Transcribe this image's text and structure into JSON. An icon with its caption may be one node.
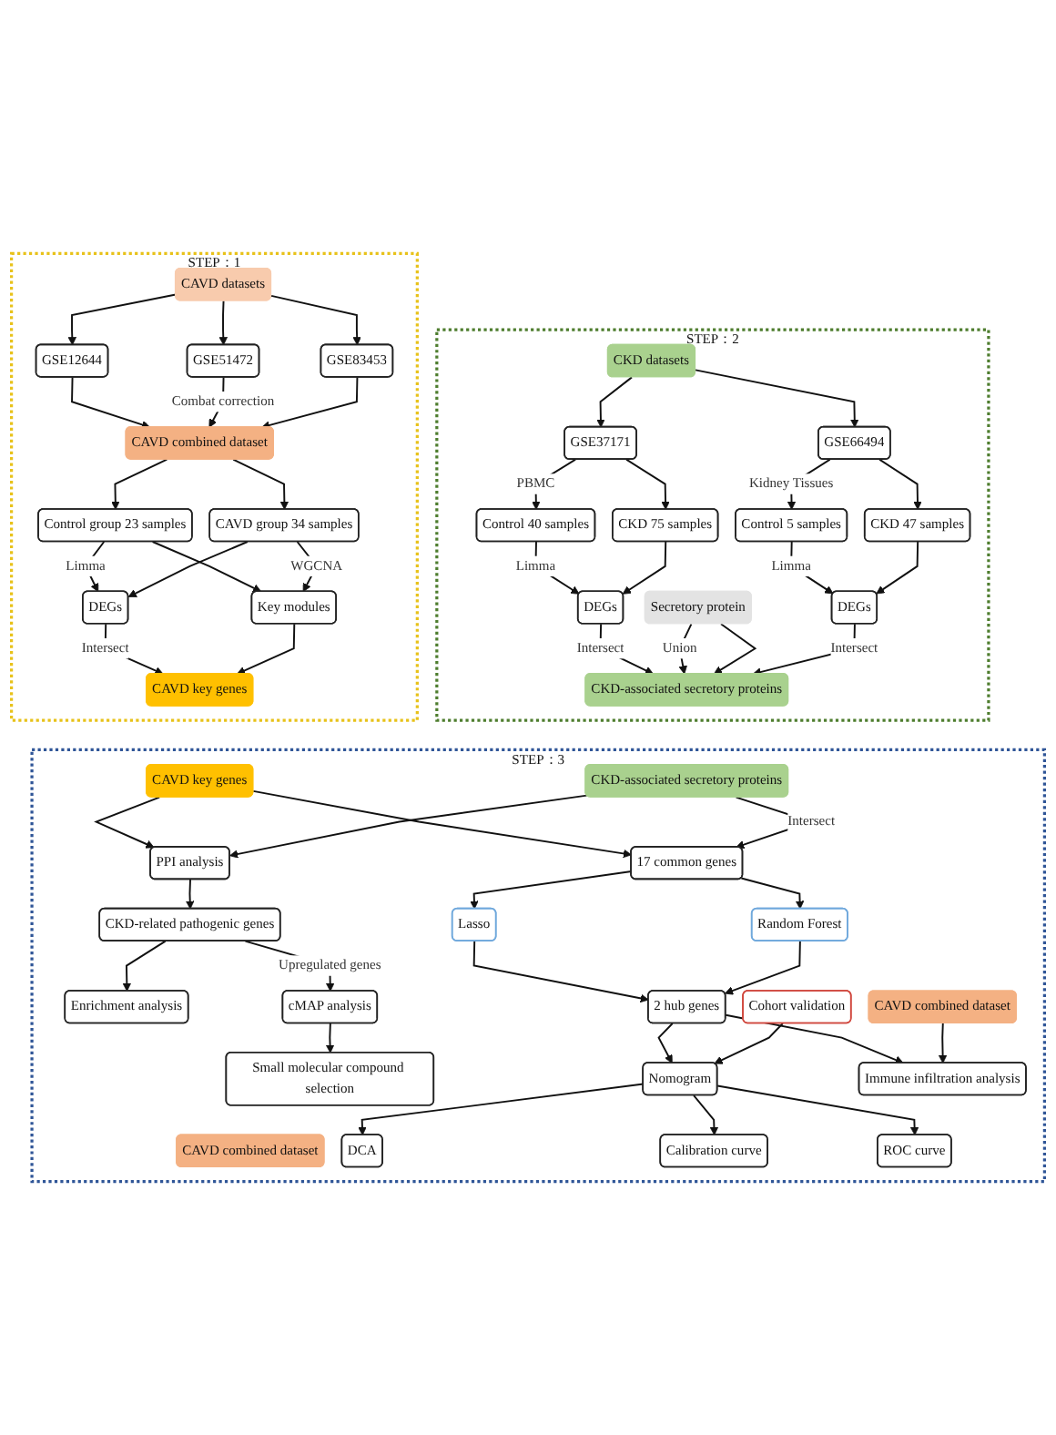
{
  "diagram": {
    "nodes": [
      {
        "text": [
          "STEP：1"
        ]
      },
      {
        "text": [
          "CAVD datasets"
        ],
        "in": 0
      },
      {
        "text": [
          "GSE12644"
        ],
        "in": 0
      },
      {
        "text": [
          "GSE51472"
        ],
        "in": 0
      },
      {
        "text": [
          "GSE83453"
        ],
        "in": 0
      },
      {
        "text": [
          "CAVD combined dataset"
        ],
        "in": 0
      },
      {
        "text": [
          "Control group 23 samples"
        ],
        "in": 0
      },
      {
        "text": [
          "CAVD group 34 samples"
        ],
        "in": 0
      },
      {
        "text": [
          "DEGs"
        ],
        "in": 0
      },
      {
        "text": [
          "Key modules"
        ],
        "in": 0
      },
      {
        "text": [
          "CAVD key genes"
        ],
        "in": 0
      },
      {
        "text": [
          "STEP：2"
        ]
      },
      {
        "text": [
          "CKD datasets"
        ],
        "in": 11
      },
      {
        "text": [
          "GSE37171"
        ],
        "in": 11
      },
      {
        "text": [
          "GSE66494"
        ],
        "in": 11
      },
      {
        "text": [
          "Control 40 samples"
        ],
        "in": 11
      },
      {
        "text": [
          "CKD 75 samples"
        ],
        "in": 11
      },
      {
        "text": [
          "Control 5 samples"
        ],
        "in": 11
      },
      {
        "text": [
          "CKD 47 samples"
        ],
        "in": 11
      },
      {
        "text": [
          "DEGs"
        ],
        "in": 11
      },
      {
        "text": [
          "Secretory protein"
        ],
        "in": 11
      },
      {
        "text": [
          "DEGs"
        ],
        "in": 11
      },
      {
        "text": [
          "CKD-associated secretory proteins"
        ],
        "in": 11
      },
      {
        "text": [
          "STEP：3"
        ]
      },
      {
        "text": [
          "CAVD key genes"
        ],
        "in": 23
      },
      {
        "text": [
          "CKD-associated secretory proteins"
        ],
        "in": 23
      },
      {
        "text": [
          "PPI analysis"
        ],
        "in": 23
      },
      {
        "text": [
          "17 common genes"
        ],
        "in": 23
      },
      {
        "text": [
          "CAVD combined dataset"
        ],
        "in": 23
      },
      {
        "text": [
          "CKD-related pathogenic genes"
        ],
        "in": 23
      },
      {
        "text": [
          "Lasso"
        ],
        "in": 23
      },
      {
        "text": [
          "Random Forest"
        ],
        "in": 23
      },
      {
        "text": [
          "Enrichment analysis"
        ],
        "in": 23
      },
      {
        "text": [
          "cMAP analysis"
        ],
        "in": 23
      },
      {
        "text": [
          "2 hub genes"
        ],
        "in": 23
      },
      {
        "text": [
          "Cohort validation"
        ],
        "in": 23
      },
      {
        "text": [
          "Small molecular compound selection"
        ],
        "in": 23
      },
      {
        "text": [
          "Nomogram"
        ],
        "in": 23
      },
      {
        "text": [
          "CAVD combined dataset"
        ],
        "in": 23
      },
      {
        "text": [
          "Immune infiltration analysis"
        ],
        "in": 23
      },
      {
        "text": [
          "DCA"
        ],
        "in": 23
      },
      {
        "text": [
          "Calibration curve"
        ],
        "in": 23
      },
      {
        "text": [
          "ROC curve"
        ],
        "in": 23
      }
    ],
    "edges": [
      {
        "from": 1,
        "to": 2,
        "arrow": "to"
      },
      {
        "from": 1,
        "to": 3,
        "arrow": "to"
      },
      {
        "from": 1,
        "to": 4,
        "arrow": "to"
      },
      {
        "from": 2,
        "to": 5,
        "arrow": "to"
      },
      {
        "from": 3,
        "to": 5,
        "arrow": "to",
        "label": "Combat correction"
      },
      {
        "from": 4,
        "to": 5,
        "arrow": "to"
      },
      {
        "from": 5,
        "to": 6,
        "arrow": "to"
      },
      {
        "from": 5,
        "to": 7,
        "arrow": "to"
      },
      {
        "from": 6,
        "to": 8,
        "arrow": "to",
        "label": "Limma"
      },
      {
        "from": 7,
        "to": 8,
        "arrow": "to"
      },
      {
        "from": 6,
        "to": 9,
        "arrow": "to"
      },
      {
        "from": 7,
        "to": 9,
        "arrow": "to",
        "label": "WGCNA"
      },
      {
        "from": 8,
        "to": 10,
        "arrow": "to",
        "label": "Intersect"
      },
      {
        "from": 9,
        "to": 10,
        "arrow": "to"
      },
      {
        "from": 12,
        "to": 13,
        "arrow": "to"
      },
      {
        "from": 12,
        "to": 14,
        "arrow": "to"
      },
      {
        "from": 13,
        "to": 15,
        "arrow": "to",
        "label": "PBMC"
      },
      {
        "from": 13,
        "to": 16,
        "arrow": "to"
      },
      {
        "from": 14,
        "to": 17,
        "arrow": "to",
        "label": "Kidney Tissues"
      },
      {
        "from": 14,
        "to": 18,
        "arrow": "to"
      },
      {
        "from": 15,
        "to": 19,
        "arrow": "to",
        "label": "Limma"
      },
      {
        "from": 16,
        "to": 19,
        "arrow": "to"
      },
      {
        "from": 17,
        "to": 21,
        "arrow": "to",
        "label": "Limma"
      },
      {
        "from": 18,
        "to": 21,
        "arrow": "to"
      },
      {
        "from": 19,
        "to": 22,
        "arrow": "to",
        "label": "Intersect"
      },
      {
        "from": 20,
        "to": 22,
        "arrow": "to",
        "label": "Union"
      },
      {
        "from": 20,
        "to": 22,
        "arrow": "to"
      },
      {
        "from": 21,
        "to": 22,
        "arrow": "to",
        "label": "Intersect"
      },
      {
        "from": 24,
        "to": 26,
        "arrow": "to"
      },
      {
        "from": 24,
        "to": 27,
        "arrow": "to"
      },
      {
        "from": 25,
        "to": 26,
        "arrow": "to"
      },
      {
        "from": 25,
        "to": 27,
        "arrow": "to",
        "label": "Intersect"
      },
      {
        "from": 26,
        "to": 29,
        "arrow": "to"
      },
      {
        "from": 29,
        "to": 32,
        "arrow": "to"
      },
      {
        "from": 29,
        "to": 33,
        "arrow": "to",
        "label": "Upregulated genes"
      },
      {
        "from": 33,
        "to": 36,
        "arrow": "to"
      },
      {
        "from": 27,
        "to": 30,
        "arrow": "to"
      },
      {
        "from": 27,
        "to": 31,
        "arrow": "to"
      },
      {
        "from": 30,
        "to": 34,
        "arrow": "to"
      },
      {
        "from": 31,
        "to": 34,
        "arrow": "to"
      },
      {
        "from": 34,
        "to": 39,
        "arrow": "to"
      },
      {
        "from": 34,
        "to": 37,
        "arrow": "to"
      },
      {
        "from": 35,
        "to": 37,
        "arrow": "to"
      },
      {
        "from": 38,
        "to": 39,
        "arrow": "to"
      },
      {
        "from": 37,
        "to": 40,
        "arrow": "to"
      },
      {
        "from": 37,
        "to": 41,
        "arrow": "to"
      },
      {
        "from": 37,
        "to": 42,
        "arrow": "to"
      }
    ]
  }
}
